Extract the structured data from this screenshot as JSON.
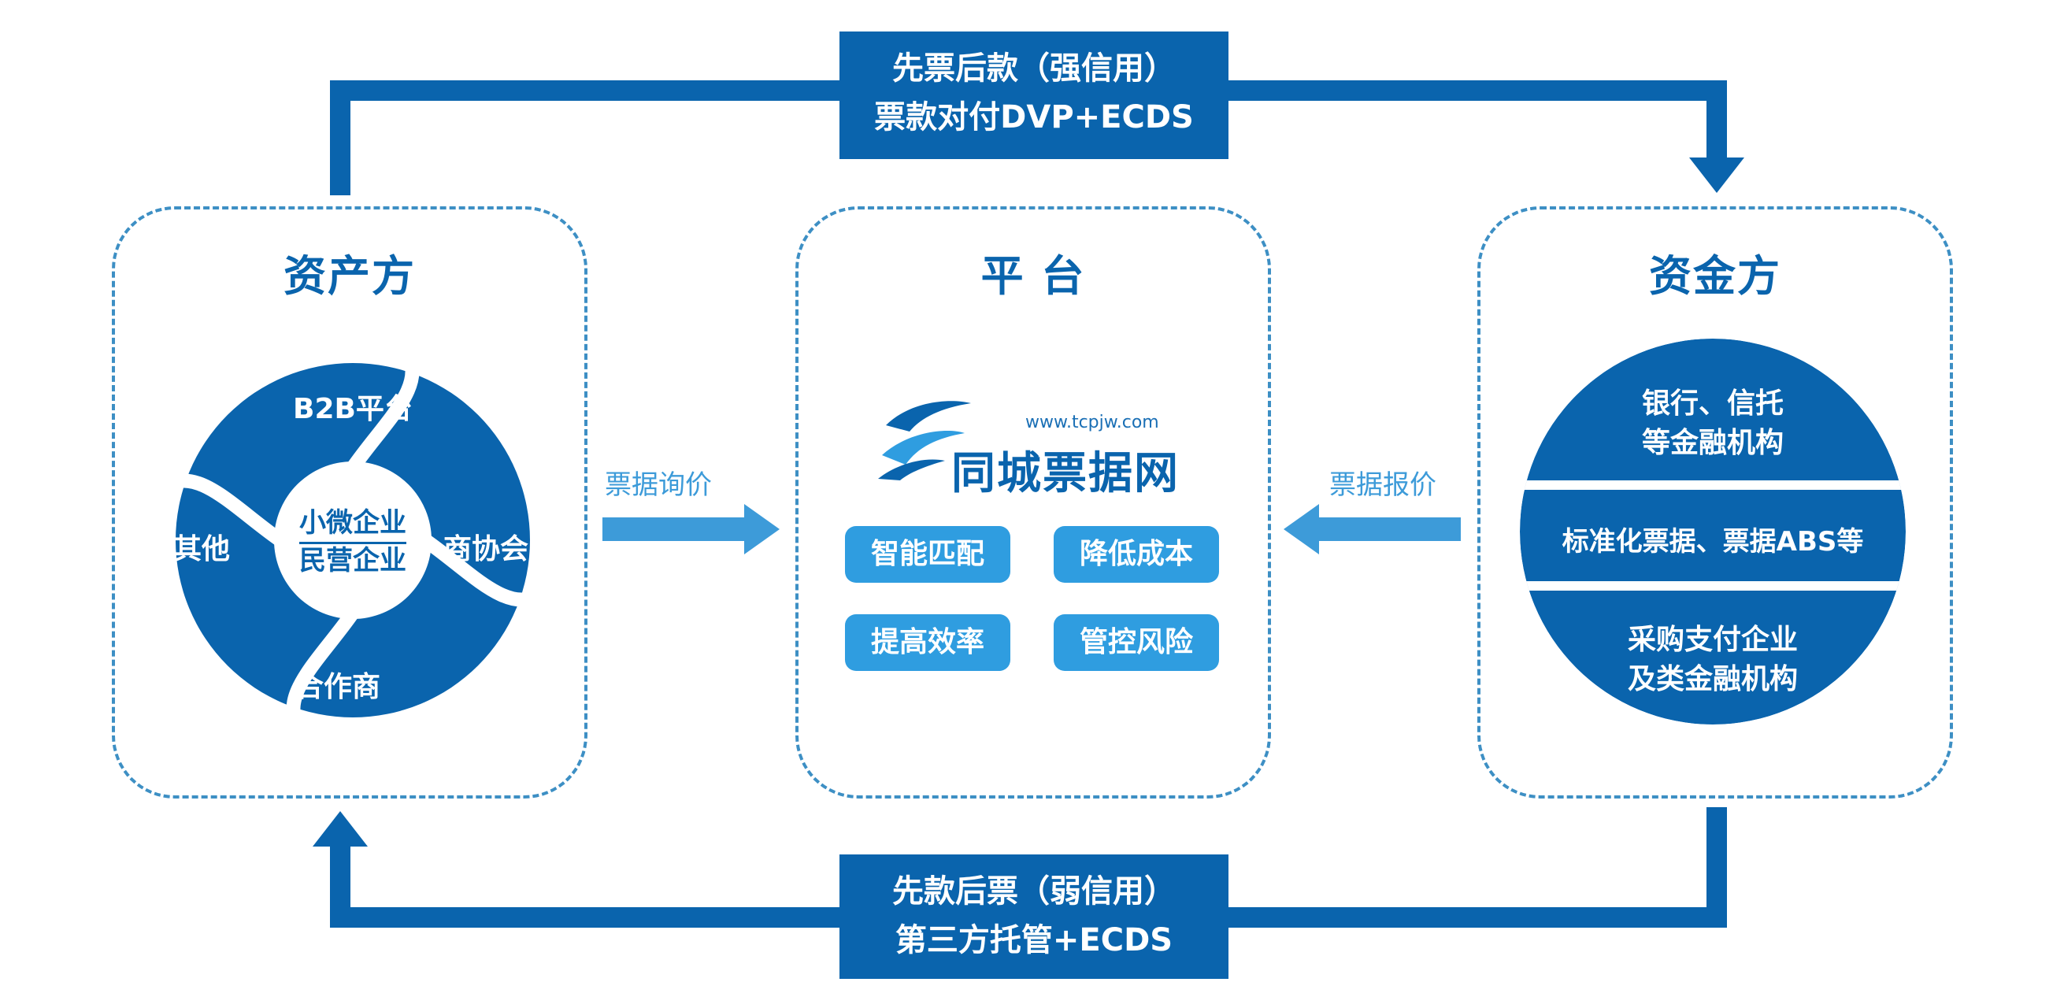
{
  "top_banner": {
    "line1": "先票后款（强信用）",
    "line2": "票款对付DVP+ECDS"
  },
  "bottom_banner": {
    "line1": "先款后票（弱信用）",
    "line2": "第三方托管+ECDS"
  },
  "asset_side": {
    "title": "资产方",
    "ring_items": [
      "B2B平台",
      "商协会",
      "合作商",
      "其他"
    ],
    "center_line1": "小微企业",
    "center_line2": "民营企业"
  },
  "platform": {
    "title": "平 台",
    "logo_url": "www.tcpjw.com",
    "logo_name": "同城票据网",
    "tags": [
      "智能匹配",
      "降低成本",
      "提高效率",
      "管控风险"
    ]
  },
  "fund_side": {
    "title": "资金方",
    "sections": [
      {
        "line1": "银行、信托",
        "line2": "等金融机构"
      },
      {
        "line1": "标准化票据、票据ABS等",
        "line2": ""
      },
      {
        "line1": "采购支付企业",
        "line2": "及类金融机构"
      }
    ]
  },
  "arrows": {
    "left_label": "票据询价",
    "right_label": "票据报价"
  },
  "colors": {
    "primary": "#0a64ad",
    "accent": "#2f9de0",
    "arrow_light": "#3d9bd9",
    "dashed_border": "#3d8fc4"
  }
}
